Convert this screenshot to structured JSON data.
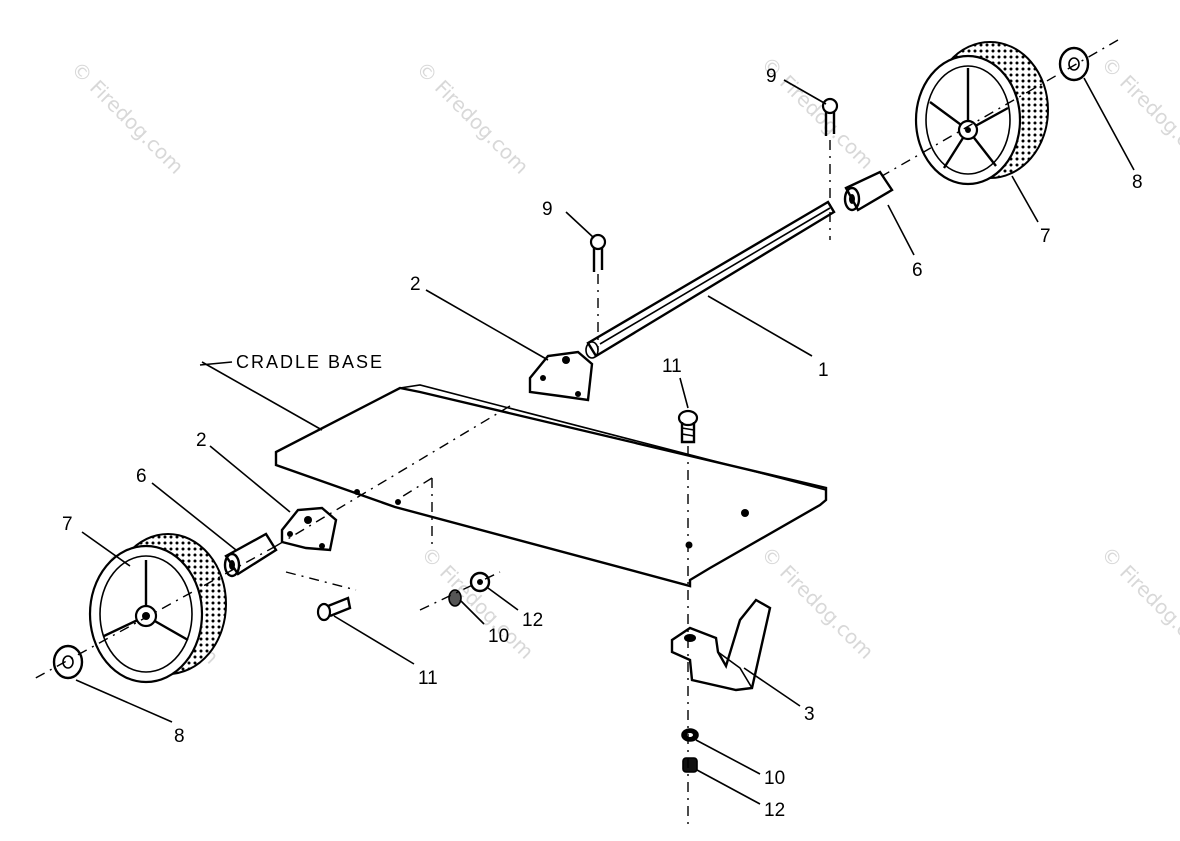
{
  "title": "CRADLE BASE",
  "callouts": [
    {
      "id": "c-1",
      "text": "1"
    },
    {
      "id": "c-2a",
      "text": "2"
    },
    {
      "id": "c-2b",
      "text": "2"
    },
    {
      "id": "c-3",
      "text": "3"
    },
    {
      "id": "c-6a",
      "text": "6"
    },
    {
      "id": "c-6b",
      "text": "6"
    },
    {
      "id": "c-7a",
      "text": "7"
    },
    {
      "id": "c-7b",
      "text": "7"
    },
    {
      "id": "c-8a",
      "text": "8"
    },
    {
      "id": "c-8b",
      "text": "8"
    },
    {
      "id": "c-9a",
      "text": "9"
    },
    {
      "id": "c-9b",
      "text": "9"
    },
    {
      "id": "c-10a",
      "text": "10"
    },
    {
      "id": "c-10b",
      "text": "10"
    },
    {
      "id": "c-11a",
      "text": "11"
    },
    {
      "id": "c-11b",
      "text": "11"
    },
    {
      "id": "c-12a",
      "text": "12"
    },
    {
      "id": "c-12b",
      "text": "12"
    }
  ],
  "watermark": "© Firedog.com",
  "colors": {
    "ink": "#000000",
    "background": "#ffffff",
    "watermark": "#b9b9b9"
  }
}
